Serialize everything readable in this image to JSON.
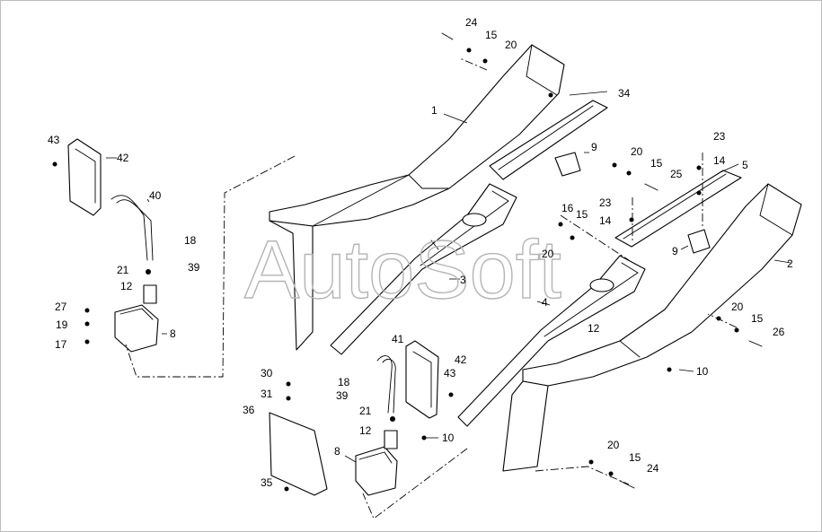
{
  "watermark": "AutoSoft",
  "callouts": {
    "c1": "1",
    "c2": "2",
    "c3": "3",
    "c4": "4",
    "c5": "5",
    "c8a": "8",
    "c8b": "8",
    "c9a": "9",
    "c9b": "9",
    "c10a": "10",
    "c10b": "10",
    "c12a": "12",
    "c12b": "12",
    "c12c": "12",
    "c14a": "14",
    "c14b": "14",
    "c15a": "15",
    "c15b": "15",
    "c15c": "15",
    "c15d": "15",
    "c15e": "15",
    "c16": "16",
    "c17": "17",
    "c18a": "18",
    "c18b": "18",
    "c19": "19",
    "c20a": "20",
    "c20b": "20",
    "c20c": "20",
    "c20d": "20",
    "c20e": "20",
    "c21a": "21",
    "c21b": "21",
    "c23a": "23",
    "c23b": "23",
    "c24a": "24",
    "c24b": "24",
    "c25": "25",
    "c26": "26",
    "c27": "27",
    "c30": "30",
    "c31": "31",
    "c34": "34",
    "c35": "35",
    "c36": "36",
    "c39a": "39",
    "c39b": "39",
    "c40": "40",
    "c41": "41",
    "c42a": "42",
    "c42b": "42",
    "c43a": "43",
    "c43b": "43"
  }
}
